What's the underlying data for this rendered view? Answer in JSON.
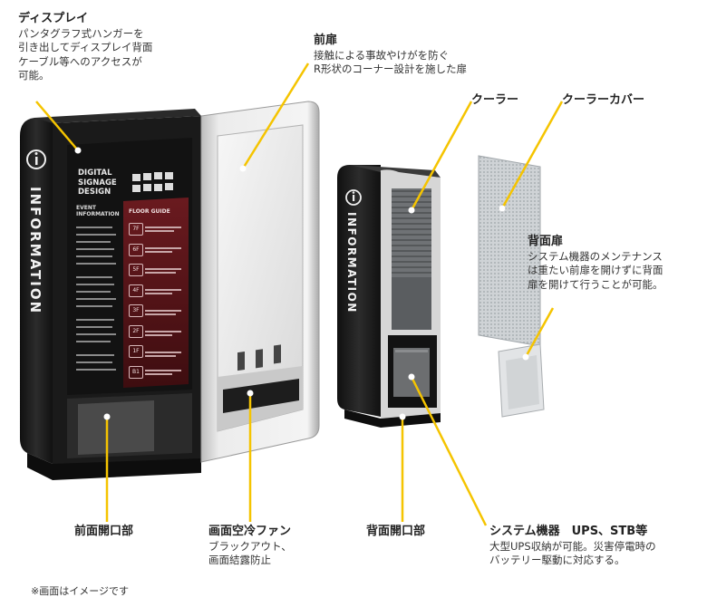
{
  "labels": {
    "display": {
      "title": "ディスプレイ",
      "lines": [
        "パンタグラフ式ハンガーを",
        "引き出してディスプレイ背面",
        "ケーブル等へのアクセスが",
        "可能。"
      ]
    },
    "front_door": {
      "title": "前扉",
      "lines": [
        "接触による事故やけがを防ぐ",
        "R形状のコーナー設計を施した扉"
      ]
    },
    "cooler": {
      "title": "クーラー"
    },
    "cooler_cover": {
      "title": "クーラーカバー"
    },
    "back_door": {
      "title": "背面扉",
      "lines": [
        "システム機器のメンテナンス",
        "は重たい前扉を開けずに背面",
        "扉を開けて行うことが可能。"
      ]
    },
    "front_opening": {
      "title": "前面開口部"
    },
    "screen_fan": {
      "title": "画面空冷ファン",
      "lines": [
        "ブラックアウト、",
        "画面結露防止"
      ]
    },
    "rear_opening": {
      "title": "背面開口部"
    },
    "system": {
      "title": "システム機器　UPS、STB等",
      "lines": [
        "大型UPS収納が可能。災害停電時の",
        "バッテリー駆動に対応する。"
      ]
    }
  },
  "screen": {
    "heading": [
      "DIGITAL",
      "SIGNAGE",
      "DESIGN"
    ],
    "event": [
      "EVENT",
      "INFORMATION"
    ],
    "floor_guide": "FLOOR GUIDE",
    "floors": [
      "7F",
      "6F",
      "5F",
      "4F",
      "3F",
      "2F",
      "1F",
      "B1"
    ]
  },
  "side_text": "INFORMATION",
  "note": "※画面はイメージです",
  "colors": {
    "leader": "#f5c400",
    "cabinet": "#1c1c1c",
    "panel": "#e6e6e6",
    "screen_red": "#5a1418"
  }
}
